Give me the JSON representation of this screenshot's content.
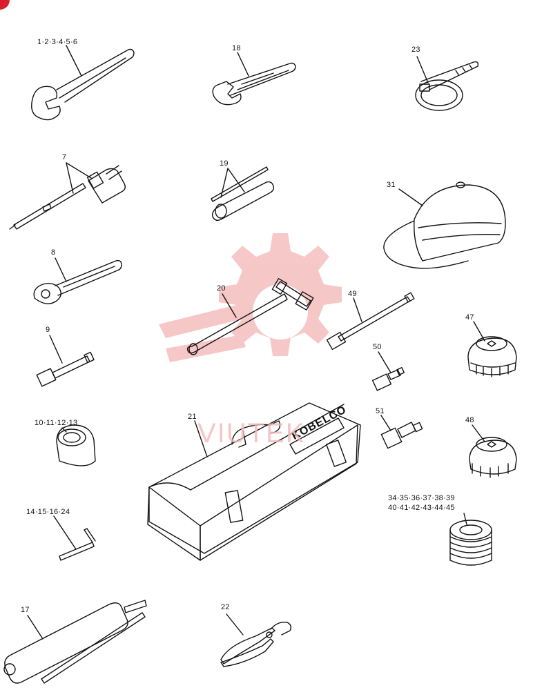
{
  "parts": {
    "wrench": {
      "label": "1·2·3·4·5·6"
    },
    "adjustable_wrench": {
      "label": "18"
    },
    "filter_wrench": {
      "label": "23"
    },
    "screwdriver": {
      "label": "7"
    },
    "socket_bars": {
      "label": "19"
    },
    "cap": {
      "label": "31"
    },
    "ratchet": {
      "label": "8"
    },
    "hammer": {
      "label": "20"
    },
    "extension_long": {
      "label": "49"
    },
    "cap_nut_47": {
      "label": "47"
    },
    "extension_short": {
      "label": "9"
    },
    "adapter_50": {
      "label": "50"
    },
    "socket": {
      "label": "10·11·12·13"
    },
    "toolbox": {
      "label": "21",
      "brand": "KOBELCO"
    },
    "adapter_51": {
      "label": "51"
    },
    "cap_nut_48": {
      "label": "48"
    },
    "hex_key": {
      "label": "14·15·16·24"
    },
    "shims": {
      "label_line1": "34·35·36·37·38·39",
      "label_line2": "40·41·42·43·44·45"
    },
    "grease_gun": {
      "label": "17"
    },
    "pliers": {
      "label": "22"
    }
  },
  "watermark": {
    "text": "VIUTEK",
    "color": "#e23b3b"
  }
}
